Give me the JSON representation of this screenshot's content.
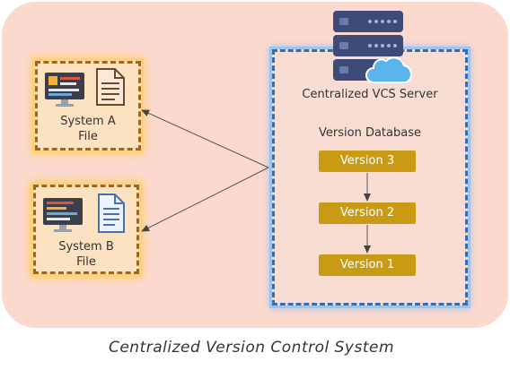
{
  "title": "Centralized Version Control System",
  "server": {
    "label": "Centralized VCS Server",
    "database_label": "Version Database",
    "versions": [
      "Version 3",
      "Version 2",
      "Version 1"
    ]
  },
  "systems": [
    {
      "label_line1": "System A",
      "label_line2": "File"
    },
    {
      "label_line1": "System B",
      "label_line2": "File"
    }
  ],
  "colors": {
    "panel": "#fcd9cf",
    "version_fill": "#c99a14",
    "system_border": "#a0651f",
    "server_border": "#2f6fb6"
  }
}
